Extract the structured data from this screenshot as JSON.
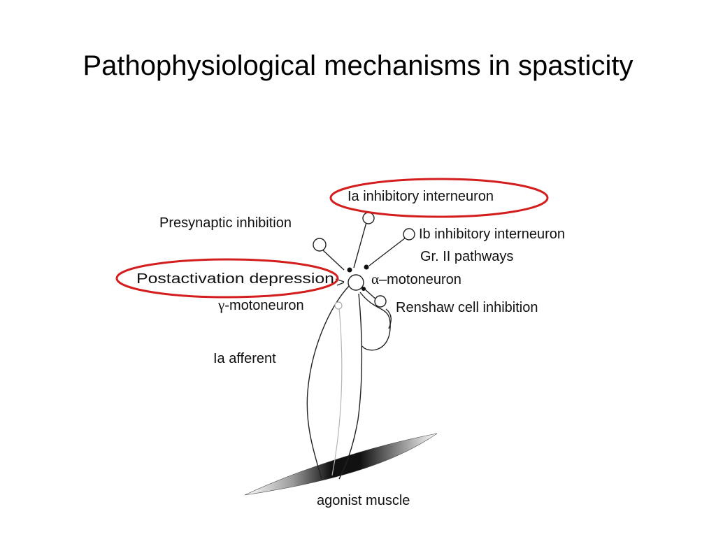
{
  "title": "Pathophysiological mechanisms in spasticity",
  "colors": {
    "highlight": "#d41e1e",
    "ink": "#111111"
  },
  "labels": {
    "ia_inhibitory": "Ia inhibitory interneuron",
    "presynaptic": "Presynaptic inhibition",
    "ib_inhibitory": "Ib inhibitory interneuron",
    "gr2": "Gr. II pathways",
    "postactivation": "Postactivation depression",
    "alpha_symbol": "α",
    "alpha_rest": "–motoneuron",
    "gamma_symbol": "γ",
    "gamma_rest": "-motoneuron",
    "renshaw": "Renshaw cell inhibition",
    "ia_afferent": "Ia afferent",
    "muscle": "agonist muscle"
  },
  "highlighted": [
    "Ia inhibitory interneuron",
    "Postactivation depression"
  ]
}
